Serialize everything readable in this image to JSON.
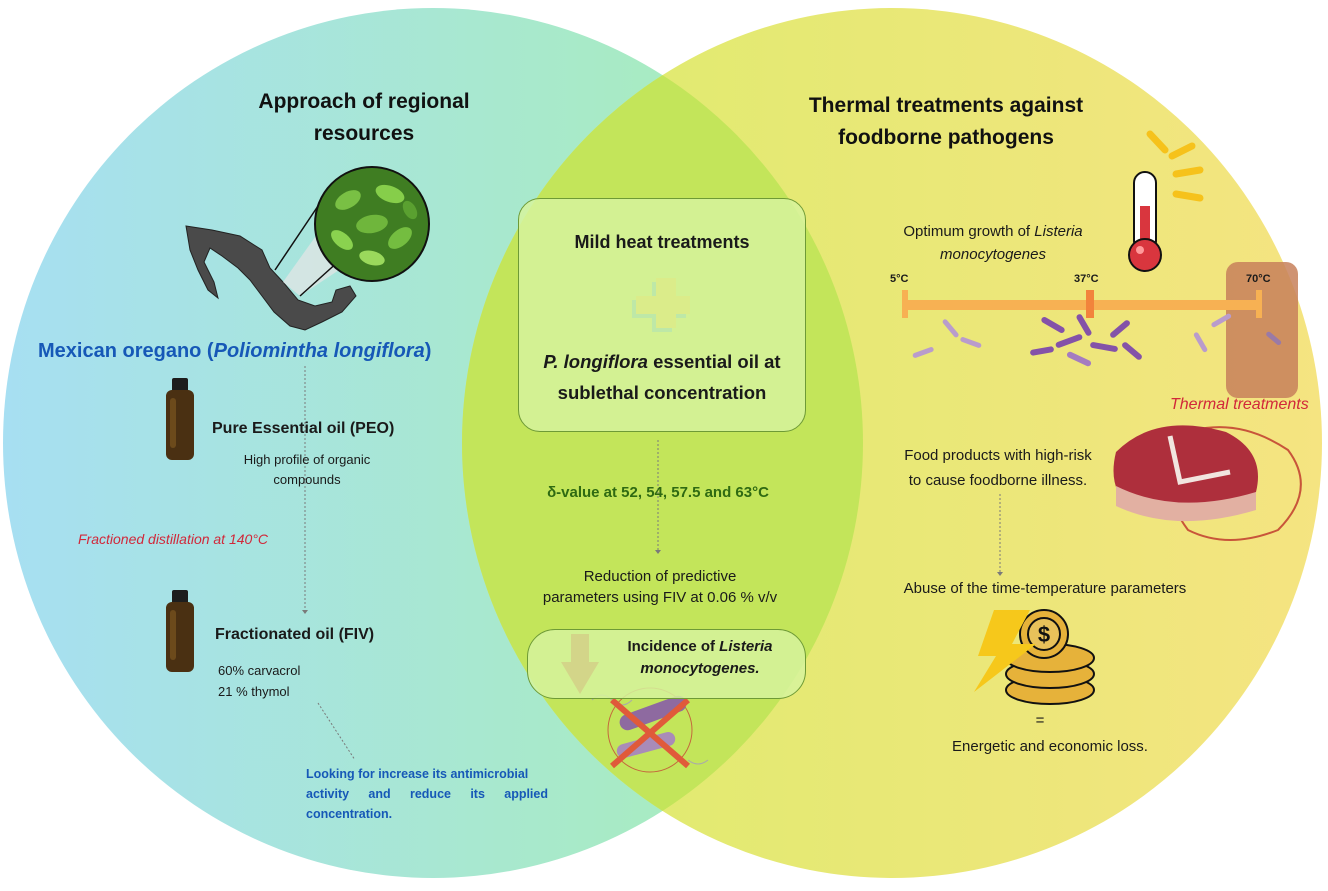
{
  "left": {
    "title_line1": "Approach of regional",
    "title_line2": "resources",
    "oregano_label": "Mexican oregano (",
    "oregano_species": "Poliomintha longiflora",
    "oregano_close": ")",
    "peo_title": "Pure Essential oil (PEO)",
    "peo_desc_line1": "High profile of organic",
    "peo_desc_line2": "compounds",
    "distillation": "Fractioned distillation at 140°C",
    "fiv_title": "Fractionated oil (FIV)",
    "fiv_comp1": "60% carvacrol",
    "fiv_comp2": "21 % thymol",
    "goal_line1": "Looking for increase its antimicrobial",
    "goal_line2": "activity and reduce its applied",
    "goal_line3": "concentration."
  },
  "center": {
    "box_title": "Mild heat treatments",
    "box_species": "P. longiflora",
    "box_line1_rest": " essential oil at",
    "box_line2": "sublethal concentration",
    "delta": "δ-value at 52, 54, 57.5 and 63°C",
    "reduction_line1": "Reduction of predictive",
    "reduction_line2": "parameters using FIV at 0.06 % v/v",
    "incidence_prefix": "Incidence of ",
    "incidence_genus": "Listeria",
    "incidence_species": "monocytogenes."
  },
  "right": {
    "title_line1": "Thermal treatments against",
    "title_line2": "foodborne pathogens",
    "growth_prefix": "Optimum growth of ",
    "growth_genus": "Listeria",
    "growth_species": "monocytogenes",
    "temp_5": "5°C",
    "temp_37": "37°C",
    "temp_70": "70°C",
    "thermal": "Thermal treatments",
    "food_line1": "Food products with high-risk",
    "food_line2": "to cause foodborne illness.",
    "abuse": "Abuse of the time-temperature parameters",
    "equals": "=",
    "loss": "Energetic and economic loss."
  },
  "colors": {
    "left_circle": "#9fdef0",
    "right_circle": "#eee77a",
    "intersection": "#c6e45a",
    "accent_red": "#d1283a",
    "accent_blue": "#1658b7",
    "accent_green": "#2f6a12"
  },
  "icons": [
    "mexico-map-icon",
    "oregano-leaves-icon",
    "essential-oil-bottle-icon",
    "plus-icon",
    "down-arrow-icon",
    "bacteria-crossed-icon",
    "thermometer-icon",
    "sun-rays-icon",
    "bacteria-cluster-icon",
    "t-bone-steak-icon",
    "coins-icon",
    "lightning-icon"
  ]
}
